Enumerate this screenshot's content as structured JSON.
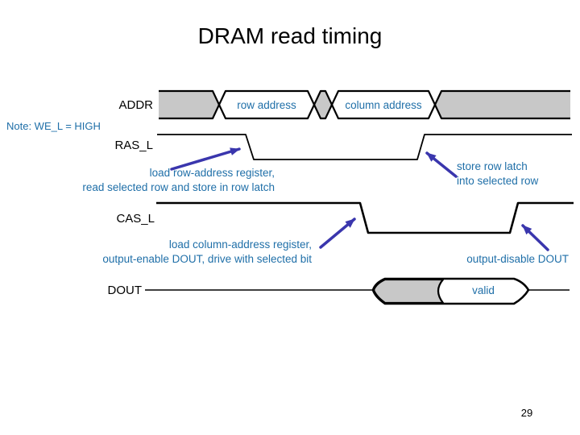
{
  "slide": {
    "title": "DRAM read timing",
    "note": "Note: WE_L = HIGH",
    "page_number": "29"
  },
  "signals": {
    "addr": {
      "label": "ADDR",
      "segments": [
        "row address",
        "column address"
      ]
    },
    "ras": {
      "label": "RAS_L"
    },
    "cas": {
      "label": "CAS_L"
    },
    "dout": {
      "label": "DOUT",
      "valid_label": "valid"
    }
  },
  "annotations": {
    "ras_fall_line1": "load row-address register,",
    "ras_fall_line2": "read selected row and store in row latch",
    "ras_rise_line1": "store row latch",
    "ras_rise_line2": "into selected row",
    "cas_fall_line1": "load column-address register,",
    "cas_fall_line2": "output-enable DOUT, drive with selected bit",
    "cas_rise_line1": "output-disable DOUT"
  },
  "colors": {
    "bus_fill": "#c8c8c8",
    "bus_white": "#ffffff",
    "annotation_blue": "#1f6fa8",
    "arrow_blue": "#3a36ad",
    "line_black": "#000000"
  }
}
